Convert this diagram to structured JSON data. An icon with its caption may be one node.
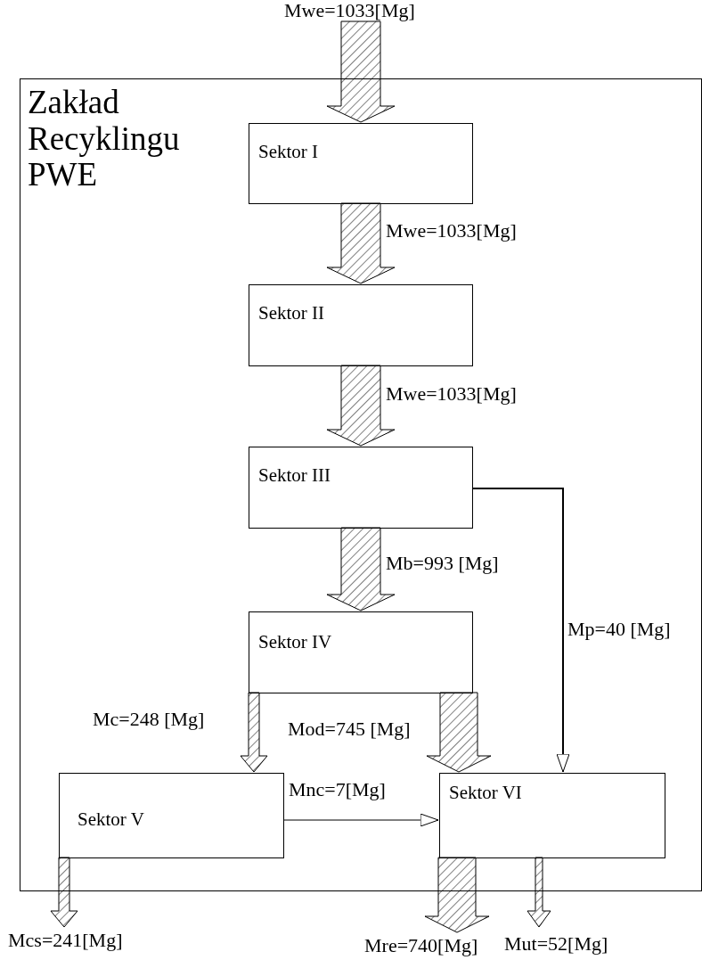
{
  "diagram": {
    "nodes": [
      {
        "text": [
          "Zakład Recyklingu PWE"
        ]
      },
      {
        "text": [
          "Sektor I"
        ],
        "in": 0
      },
      {
        "text": [
          "Sektor II"
        ],
        "in": 0
      },
      {
        "text": [
          "Sektor III"
        ],
        "in": 0
      },
      {
        "text": [
          "Sektor IV"
        ],
        "in": 0
      },
      {
        "text": [
          "Sektor V"
        ],
        "in": 0
      },
      {
        "text": [
          "Sektor VI"
        ],
        "in": 0
      }
    ],
    "edges": [
      {
        "from": null,
        "to": 1,
        "arrow": "to",
        "label": "Mwe=1033[Mg]",
        "style": "thick"
      },
      {
        "from": 1,
        "to": 2,
        "arrow": "to",
        "label": "Mwe=1033[Mg]",
        "style": "thick"
      },
      {
        "from": 2,
        "to": 3,
        "arrow": "to",
        "label": "Mwe=1033[Mg]",
        "style": "thick"
      },
      {
        "from": 3,
        "to": 4,
        "arrow": "to",
        "label": "Mb=993 [Mg]",
        "style": "thick"
      },
      {
        "from": 3,
        "to": 6,
        "arrow": "to",
        "label": "Mp=40 [Mg]"
      },
      {
        "from": 4,
        "to": 5,
        "arrow": "to",
        "label": "Mc=248 [Mg]",
        "style": "thick"
      },
      {
        "from": 4,
        "to": 6,
        "arrow": "to",
        "label": "Mod=745 [Mg]",
        "style": "thick"
      },
      {
        "from": 5,
        "to": 6,
        "arrow": "to",
        "label": "Mnc=7[Mg]"
      },
      {
        "from": 5,
        "to": null,
        "arrow": "to",
        "label": "Mcs=241[Mg]",
        "style": "thick"
      },
      {
        "from": 6,
        "to": null,
        "arrow": "to",
        "label": "Mre=740[Mg]",
        "style": "thick"
      },
      {
        "from": 6,
        "to": null,
        "arrow": "to",
        "label": "Mut=52[Mg]",
        "style": "thick"
      }
    ]
  }
}
